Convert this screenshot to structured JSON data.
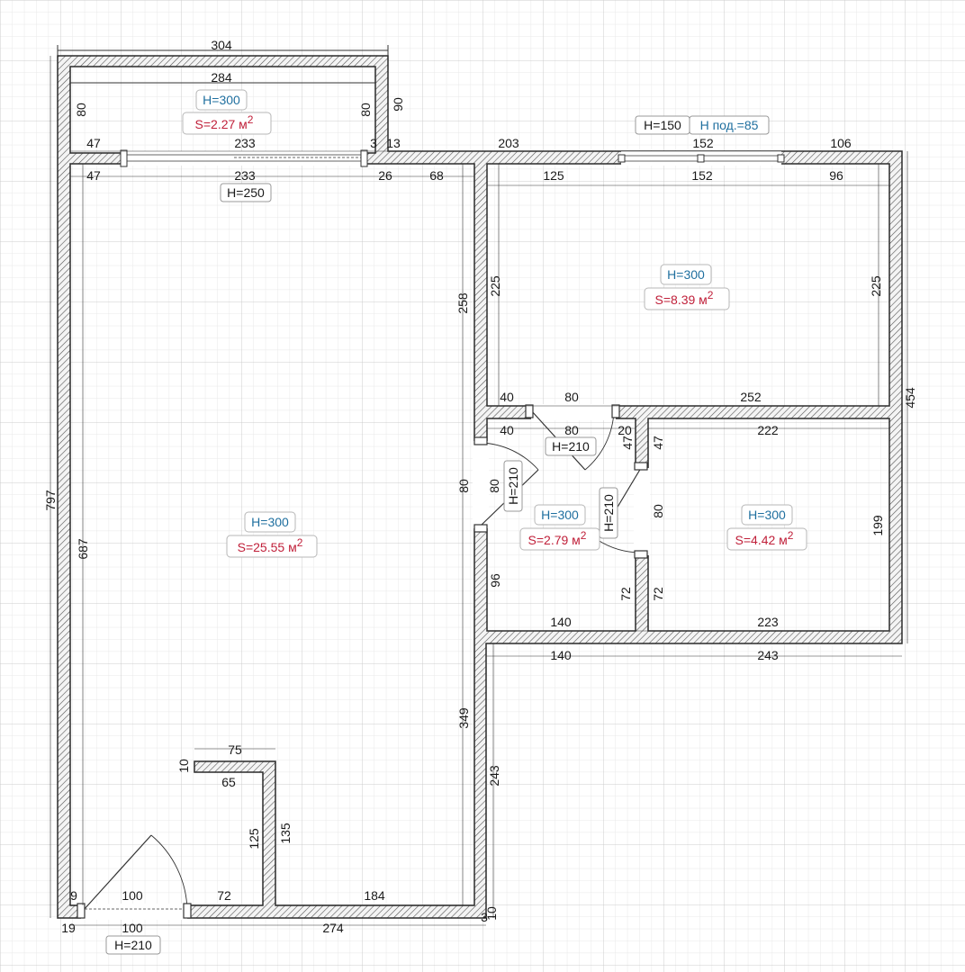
{
  "colors": {
    "height_label": "#1f6f9f",
    "area_label": "#c0203a",
    "wall_line": "#2a2a2a",
    "grid_minor": "#e6e6e6",
    "grid_major": "#cfcfcf"
  },
  "rooms": {
    "balcony": {
      "height": "H=300",
      "area": "S=2.27 м",
      "exp": "2"
    },
    "bedroom": {
      "height": "H=300",
      "area": "S=8.39 м",
      "exp": "2"
    },
    "hallway": {
      "height": "H=300",
      "area": "S=2.79 м",
      "exp": "2"
    },
    "bathroom": {
      "height": "H=300",
      "area": "S=4.42 м",
      "exp": "2"
    },
    "living": {
      "height": "H=300",
      "area": "S=25.55 м",
      "exp": "2"
    }
  },
  "openings": {
    "balcony_door": "H=250",
    "window_height": "H=150",
    "window_sill": "H под.=85",
    "hall_door_top": "H=210",
    "hall_door_left": "H=210",
    "bath_door": "H=210",
    "entrance_door": "H=210"
  },
  "dimensions": {
    "top_304": "304",
    "bal_284": "284",
    "bal_80l": "80",
    "bal_80r": "80",
    "bal_90": "90",
    "d47a": "47",
    "d233a": "233",
    "d3": "3",
    "d13": "13",
    "d203": "203",
    "d152a": "152",
    "d106": "106",
    "d47b": "47",
    "d233b": "233",
    "d26": "26",
    "d68": "68",
    "d125": "125",
    "d152b": "152",
    "d96a": "96",
    "d258": "258",
    "d225a": "225",
    "d225b": "225",
    "d454": "454",
    "d40a": "40",
    "d80a": "80",
    "d252": "252",
    "d40b": "40",
    "d80b": "80",
    "d20": "20",
    "d222": "222",
    "d47c": "47",
    "d47d": "47",
    "d80c": "80",
    "d80d": "80",
    "d80e": "80",
    "d199": "199",
    "d96b": "96",
    "d72a": "72",
    "d72b": "72",
    "d140a": "140",
    "d223": "223",
    "d140b": "140",
    "d243a": "243",
    "d797": "797",
    "d687": "687",
    "d349": "349",
    "d243b": "243",
    "d75": "75",
    "d10a": "10",
    "d65": "65",
    "d125b": "125",
    "d135": "135",
    "d9": "9",
    "d100a": "100",
    "d72c": "72",
    "d184": "184",
    "d10b": "10",
    "d19": "19",
    "d100b": "100",
    "d274": "274",
    "d3b": "3"
  }
}
